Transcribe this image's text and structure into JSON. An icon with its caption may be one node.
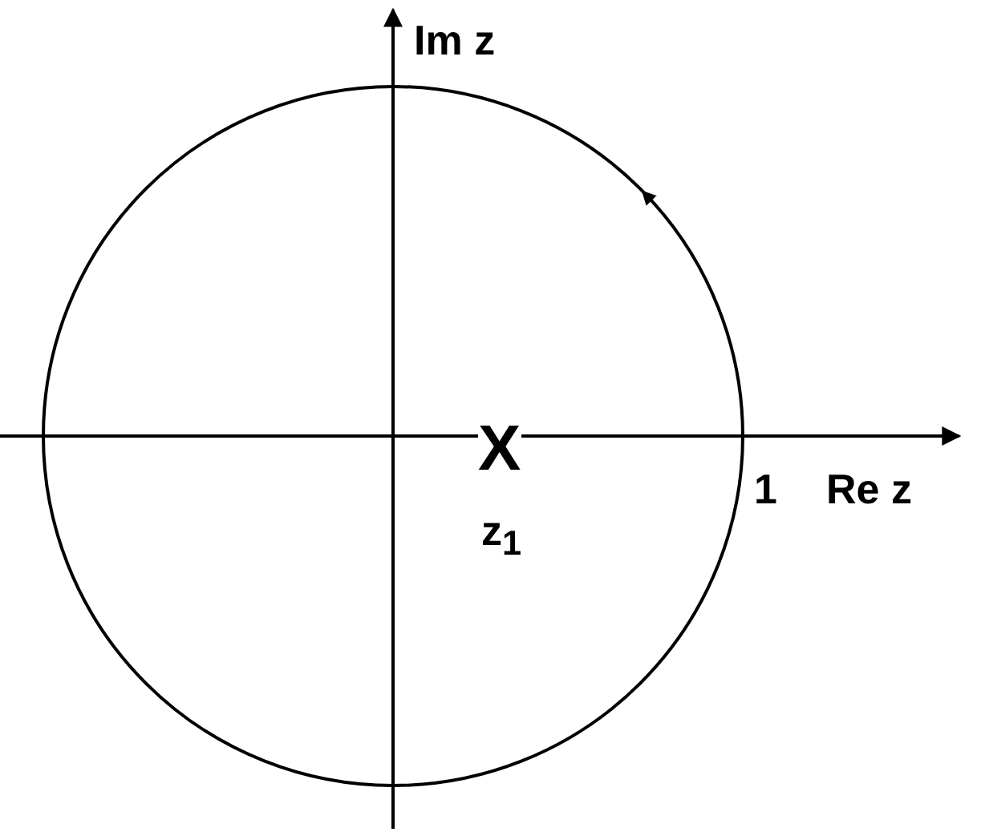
{
  "diagram": {
    "labels": [
      "Im z",
      "X",
      "1",
      "Re z",
      "z$_{1}$"
    ]
  }
}
